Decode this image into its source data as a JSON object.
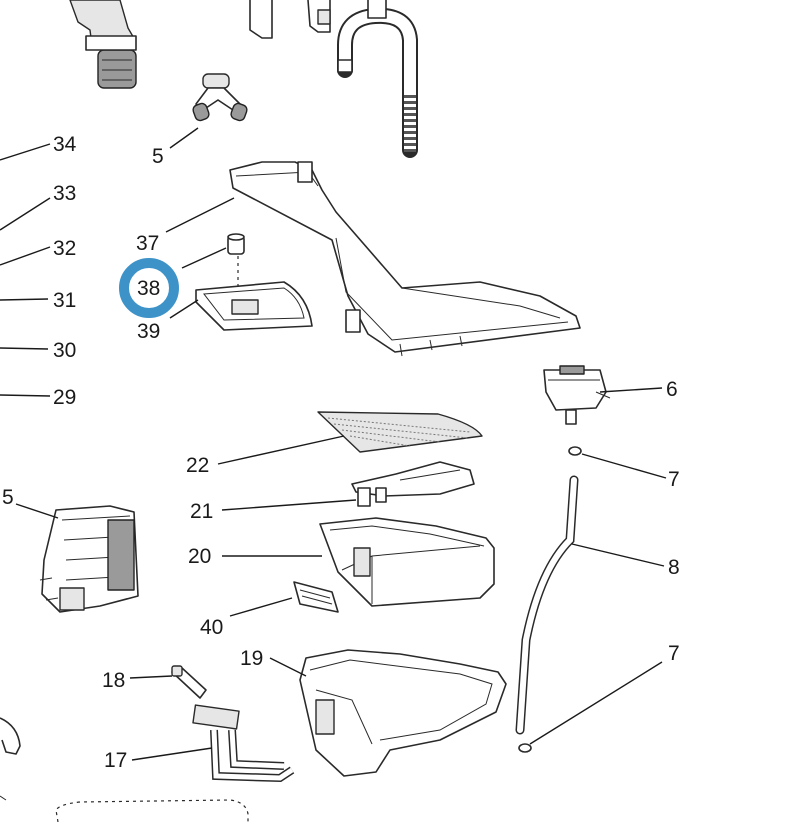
{
  "callout_labels": {
    "l5": "5",
    "l6": "6",
    "l7a": "7",
    "l7b": "7",
    "l8": "8",
    "l15": "5",
    "l17": "17",
    "l18": "18",
    "l19": "19",
    "l20": "20",
    "l21": "21",
    "l22": "22",
    "l29": "29",
    "l30": "30",
    "l31": "31",
    "l32": "32",
    "l33": "33",
    "l34": "34",
    "l37": "37",
    "l38": "38",
    "l39": "39",
    "l40": "40"
  },
  "highlight": {
    "part": "38",
    "color": "#3d93c8"
  }
}
